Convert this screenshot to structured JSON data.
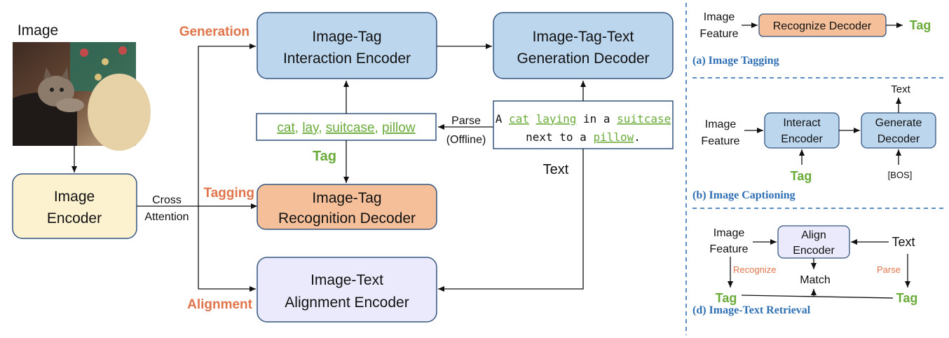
{
  "main": {
    "image_label": "Image",
    "image_encoder": [
      "Image",
      "Encoder"
    ],
    "cross_attention": [
      "Cross",
      "Attention"
    ],
    "generation_label": "Generation",
    "tagging_label": "Tagging",
    "alignment_label": "Alignment",
    "interaction_encoder": [
      "Image-Tag",
      "Interaction Encoder"
    ],
    "generation_decoder": [
      "Image-Tag-Text",
      "Generation Decoder"
    ],
    "recognition_decoder": [
      "Image-Tag",
      "Recognition Decoder"
    ],
    "alignment_encoder": [
      "Image-Text",
      "Alignment Encoder"
    ],
    "tags": [
      "cat",
      "lay",
      "suitcase",
      "pillow"
    ],
    "tag_separator": ", ",
    "tag_label": "Tag",
    "parse": [
      "Parse",
      "(Offline)"
    ],
    "caption_parts": [
      {
        "t": "A ",
        "tag": false
      },
      {
        "t": "cat",
        "tag": true
      },
      {
        "t": " ",
        "tag": false
      },
      {
        "t": "laying",
        "tag": true
      },
      {
        "t": " in a ",
        "tag": false
      },
      {
        "t": "suitcase",
        "tag": true
      }
    ],
    "caption_line2": [
      {
        "t": "next to a ",
        "tag": false
      },
      {
        "t": "pillow",
        "tag": true
      },
      {
        "t": ".",
        "tag": false
      }
    ],
    "text_label": "Text"
  },
  "panel_a": {
    "input": [
      "Image",
      "Feature"
    ],
    "decoder": "Recognize Decoder",
    "output": "Tag",
    "caption": "(a) Image Tagging"
  },
  "panel_b": {
    "input": [
      "Image",
      "Feature"
    ],
    "interact": [
      "Interact",
      "Encoder"
    ],
    "generate": [
      "Generate",
      "Decoder"
    ],
    "tag": "Tag",
    "bos": "[BOS]",
    "text": "Text",
    "caption": "(b) Image Captioning"
  },
  "panel_d": {
    "input": [
      "Image",
      "Feature"
    ],
    "align": [
      "Align",
      "Encoder"
    ],
    "text": "Text",
    "recognize": "Recognize",
    "parse": "Parse",
    "match": "Match",
    "tag_left": "Tag",
    "tag_right": "Tag",
    "caption": "(d) Image-Text Retrieval"
  },
  "colors": {
    "blue_box": "#bcd6ee",
    "orange_box": "#f5bf9a",
    "yellow_box": "#fdf2d0",
    "lavender_box": "#eaeafc",
    "box_stroke": "#34557f",
    "accent_orange": "#e0744a",
    "accent_green": "#6aab3a",
    "caption_blue": "#2f6fb3",
    "divider": "#5b8fc6"
  }
}
